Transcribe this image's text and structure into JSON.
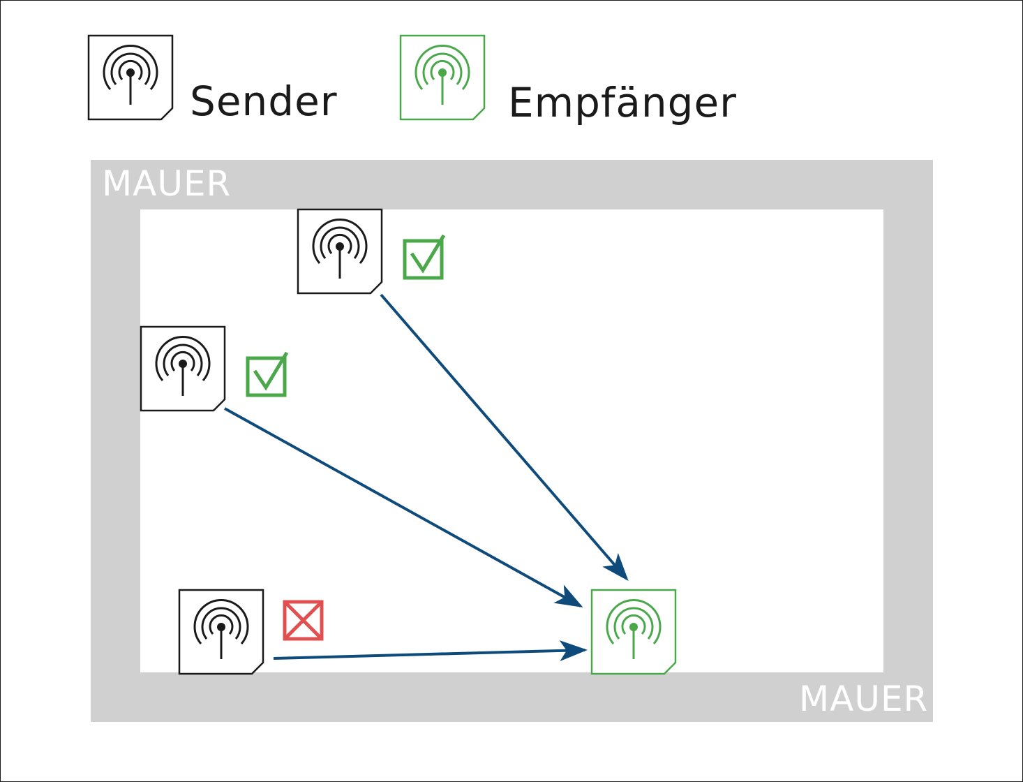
{
  "legend": {
    "sender_label": "Sender",
    "receiver_label": "Empfänger"
  },
  "wall": {
    "label_top": "MAUER",
    "label_bottom": "MAUER"
  },
  "colors": {
    "sender": "#1a1a1a",
    "receiver": "#4aa84a",
    "arrow": "#0e4a7a",
    "wall": "#d0d0d0",
    "ok": "#4aa84a",
    "fail": "#e05050"
  },
  "senders": [
    {
      "status": "ok",
      "status_icon": "checkbox-checked-icon"
    },
    {
      "status": "ok",
      "status_icon": "checkbox-checked-icon"
    },
    {
      "status": "fail",
      "status_icon": "checkbox-crossed-icon"
    }
  ]
}
